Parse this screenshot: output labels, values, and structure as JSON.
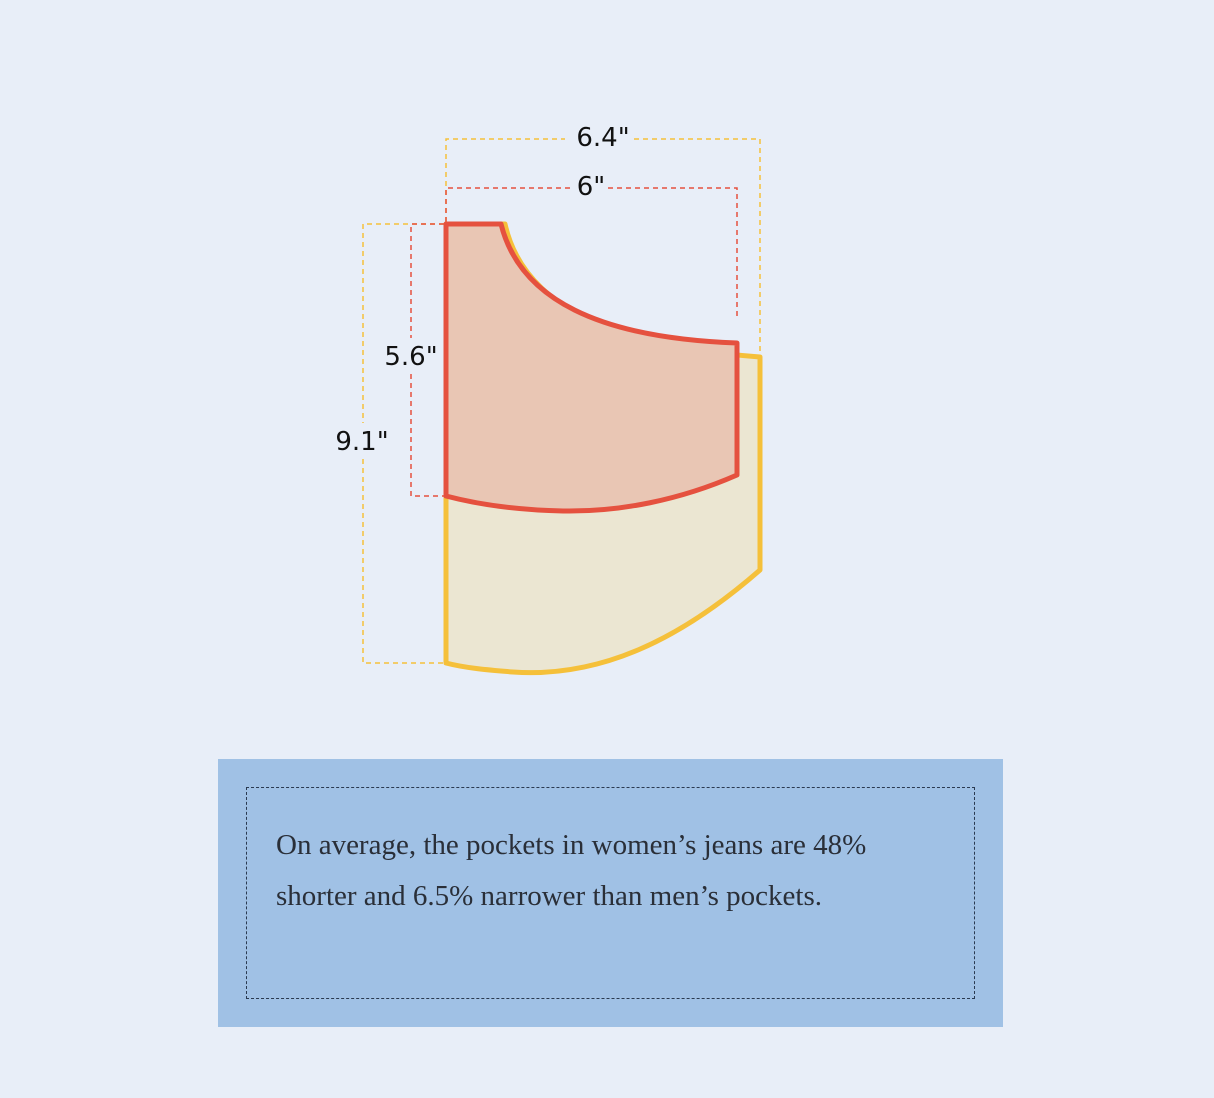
{
  "diagram": {
    "men_pocket": {
      "width_label": "6.4\"",
      "height_label": "9.1\"",
      "outline_color": "#f5c03a",
      "fill_color": "#ebe6d2"
    },
    "women_pocket": {
      "width_label": "6\"",
      "height_label": "5.6\"",
      "outline_color": "#e5513f",
      "fill_color": "#e9c6b4"
    }
  },
  "callout": {
    "text": "On average, the pockets in women’s jeans are 48% shorter and 6.5% narrower than men’s pockets."
  },
  "colors": {
    "page_background": "#e8eef8",
    "callout_background": "#a0c1e5"
  }
}
